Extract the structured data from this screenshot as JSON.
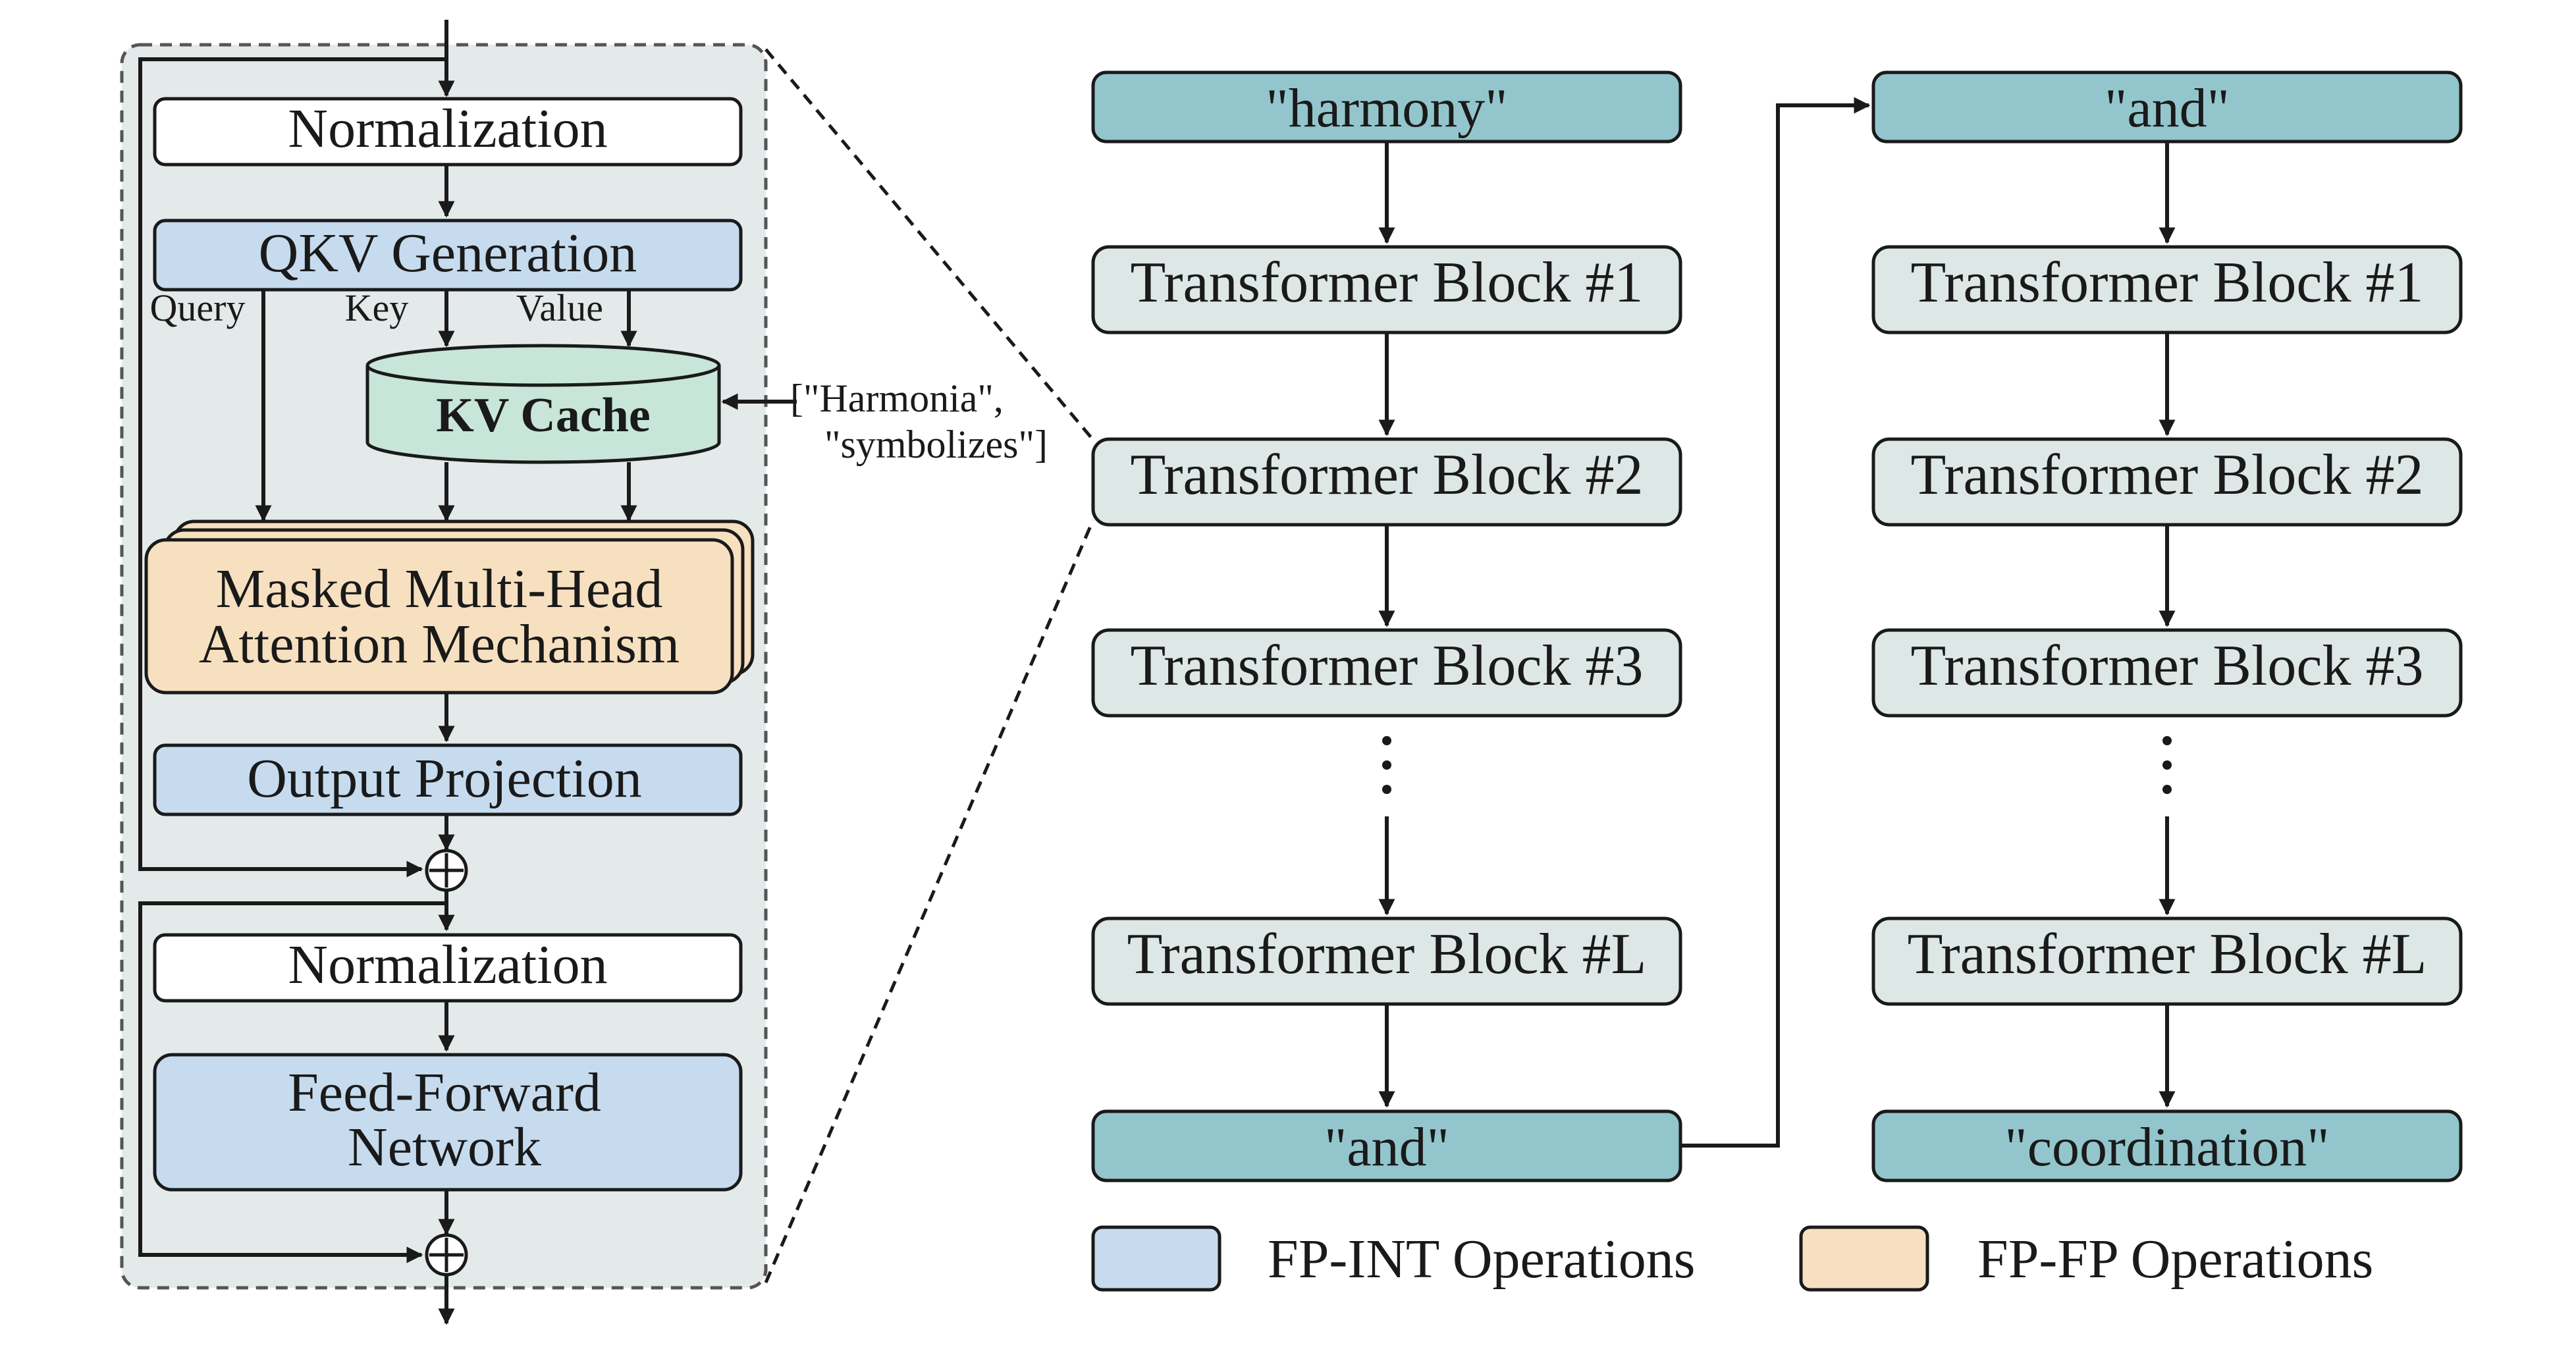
{
  "decoder_layer": {
    "norm1": "Normalization",
    "qkv": "QKV Generation",
    "query": "Query",
    "key": "Key",
    "value": "Value",
    "kv_cache": "KV Cache",
    "cache_input_line1": "[\"Harmonia\",",
    "cache_input_line2": "\"symbolizes\"]",
    "attention_line1": "Masked Multi-Head",
    "attention_line2": "Attention Mechanism",
    "output_proj": "Output Projection",
    "norm2": "Normalization",
    "ffn_line1": "Feed-Forward",
    "ffn_line2": "Network"
  },
  "pipeline1": {
    "input_token": "\"harmony\"",
    "blocks": [
      "Transformer Block #1",
      "Transformer Block #2",
      "Transformer Block #3"
    ],
    "last_block": "Transformer Block #L",
    "output_token": "\"and\""
  },
  "pipeline2": {
    "input_token": "\"and\"",
    "blocks": [
      "Transformer Block #1",
      "Transformer Block #2",
      "Transformer Block #3"
    ],
    "last_block": "Transformer Block #L",
    "output_token": "\"coordination\""
  },
  "legend": {
    "fp_int": "FP-INT Operations",
    "fp_fp": "FP-FP Operations"
  },
  "colors": {
    "panel_bg": "#e3eae9",
    "fp_int": "#c6dbee",
    "fp_fp": "#f6e0c0",
    "kv_cache": "#c7e5d8",
    "token": "#93c6cc",
    "block": "#dde7e6",
    "stroke": "#1a1a1a"
  }
}
